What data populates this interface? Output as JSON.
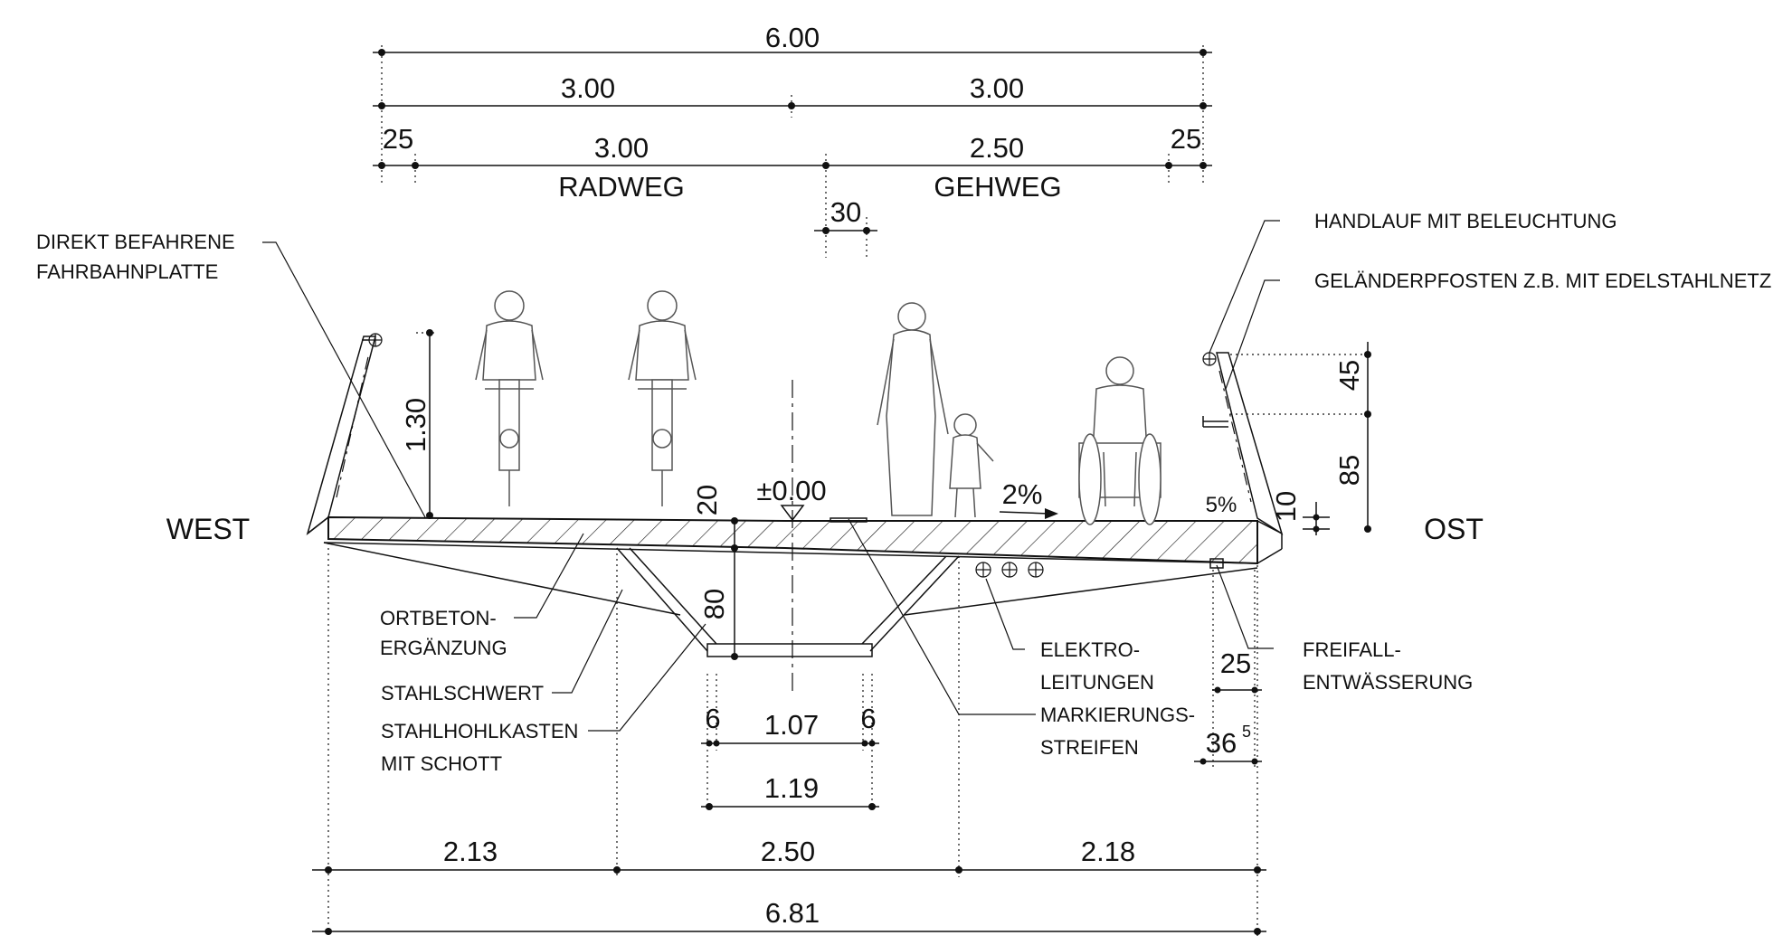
{
  "top_dims": {
    "overall": "6.00",
    "left_half": "3.00",
    "right_half": "3.00",
    "edge_left": "25",
    "edge_right": "25",
    "radweg_width": "3.00",
    "gehweg_width": "2.50",
    "gap": "30"
  },
  "zones": {
    "radweg": "RADWEG",
    "gehweg": "GEHWEG"
  },
  "sides": {
    "west": "WEST",
    "ost": "OST"
  },
  "vertical_dims": {
    "railing_height": "1.30",
    "post_top": "45",
    "post_lower": "85",
    "slab_edge": "10",
    "slab_depth": "20",
    "box_depth": "80"
  },
  "slab_marks": {
    "level": "±0.00",
    "cross_slope": "2%",
    "edge_slope": "5%"
  },
  "box_dims": {
    "web_left": "6",
    "inner_width": "1.07",
    "web_right": "6",
    "outer_width": "1.19"
  },
  "drain_dims": {
    "inner": "25",
    "outer_main": "36",
    "outer_super": "5"
  },
  "bottom_dims": {
    "left": "2.13",
    "center": "2.50",
    "right": "2.18",
    "overall": "6.81"
  },
  "callouts": {
    "deck_line1": "DIREKT BEFAHRENE",
    "deck_line2": "FAHRBAHNPLATTE",
    "handrail": "HANDLAUF MIT BELEUCHTUNG",
    "post": "GELÄNDERPFOSTEN Z.B. MIT EDELSTAHLNETZ",
    "ortbeton_line1": "ORTBETON-",
    "ortbeton_line2": "ERGÄNZUNG",
    "stahlschwert": "STAHLSCHWERT",
    "hohlkasten_line1": "STAHLHOHLKASTEN",
    "hohlkasten_line2": "MIT SCHOTT",
    "elektro_line1": "ELEKTRO-",
    "elektro_line2": "LEITUNGEN",
    "markierung_line1": "MARKIERUNGS-",
    "markierung_line2": "STREIFEN",
    "freifall_line1": "FREIFALL-",
    "freifall_line2": "ENTWÄSSERUNG"
  },
  "colors": {
    "ink": "#111111",
    "figure_outline": "#555555",
    "background": "#ffffff"
  }
}
